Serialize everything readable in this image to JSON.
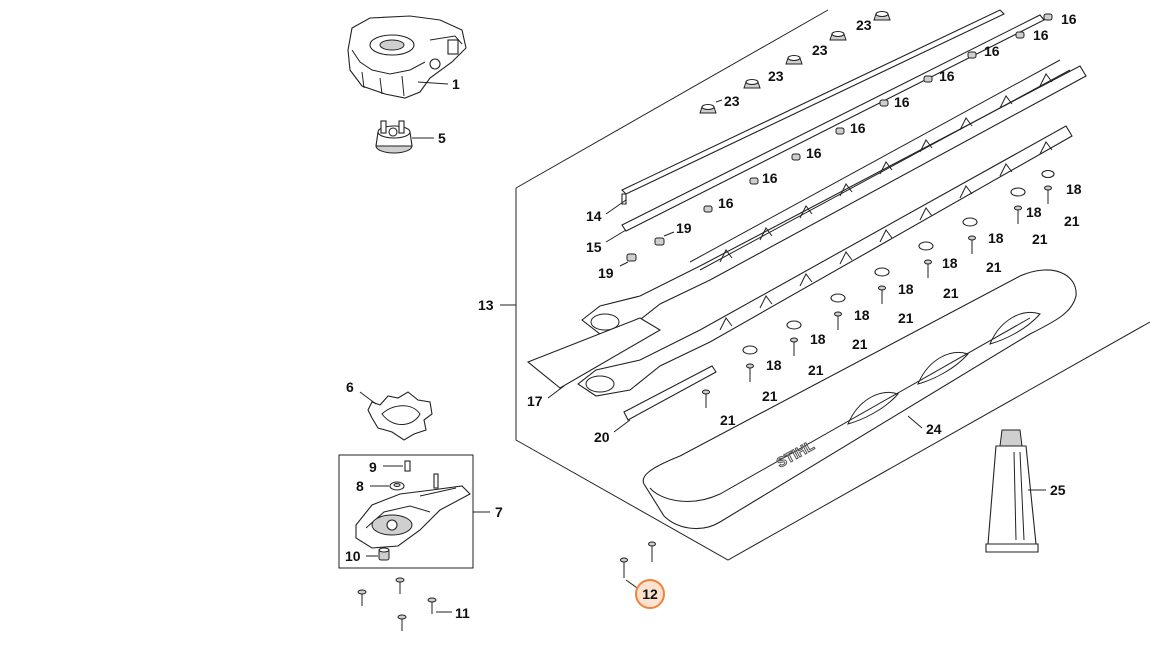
{
  "diagram": {
    "brand_text": "STIHL",
    "highlight_color": "#f0823c",
    "selected_callout": "12",
    "callouts": [
      "1",
      "5",
      "6",
      "7",
      "8",
      "9",
      "10",
      "11",
      "13",
      "14",
      "15",
      "16",
      "17",
      "18",
      "19",
      "20",
      "21",
      "23",
      "24",
      "25",
      "12"
    ]
  }
}
